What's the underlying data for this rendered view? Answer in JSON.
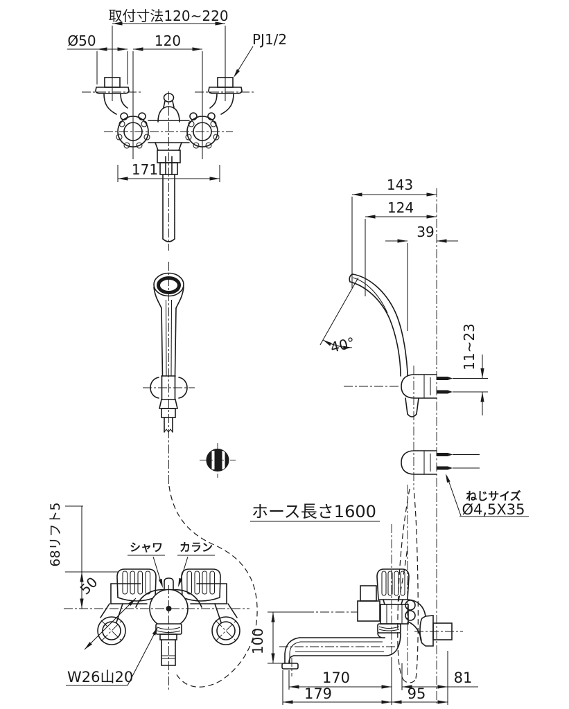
{
  "meta": {
    "title": "Bath shower mixer faucet installation dimension drawing",
    "line_color": "#1a1a1a",
    "background_color": "#ffffff",
    "units": "mm"
  },
  "views": {
    "top_front": {
      "name": "wall faucet front view with eccentric legs",
      "dims": {
        "mounting": "取付寸法120~220",
        "flange_dia": "Ø50",
        "pitch": "120",
        "thread": "PJ1/2",
        "body_width": "171"
      }
    },
    "shower_side": {
      "name": "hand shower and holder side view",
      "dims": {
        "d143": "143",
        "d124": "124",
        "d39": "39",
        "angle": "40°",
        "holder_range": "11~23"
      },
      "screw_note": {
        "title": "ねじサイズ",
        "size": "Ø4,5X35"
      }
    },
    "hose_note": "ホース長さ1600",
    "bottom_front": {
      "name": "mixer faucet front view",
      "labels": {
        "shower_handle": "シャワ",
        "tap_handle": "カラン",
        "lift": "68リフト5",
        "valve_dia": "50",
        "outlet_thread": "W26山20"
      }
    },
    "bottom_side": {
      "name": "mixer faucet side view with spout",
      "dims": {
        "d100": "100",
        "d170": "170",
        "d179": "179",
        "d95": "95",
        "d81": "81"
      }
    }
  }
}
